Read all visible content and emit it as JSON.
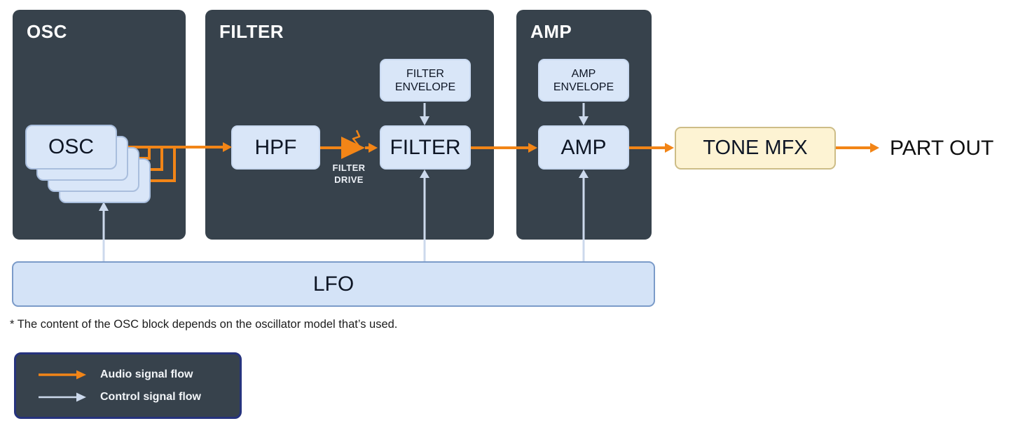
{
  "colors": {
    "block_bg": "#37424c",
    "node_bg": "#d9e6f8",
    "node_border": "#c9d9f0",
    "card_border": "#a9bedd",
    "lfo_bg": "#d4e3f7",
    "lfo_border": "#7b9bc9",
    "mfx_bg": "#fdf3d3",
    "mfx_border": "#cdbd87",
    "audio": "#f28517",
    "control": "#ccd9ec",
    "legend_border": "#26337d"
  },
  "osc": {
    "title": "OSC",
    "card_label": "OSC"
  },
  "filter": {
    "title": "FILTER",
    "hpf_label": "HPF",
    "envelope_line1": "FILTER",
    "envelope_line2": "ENVELOPE",
    "filter_label": "FILTER",
    "drive_line1": "FILTER",
    "drive_line2": "DRIVE"
  },
  "amp": {
    "title": "AMP",
    "envelope_line1": "AMP",
    "envelope_line2": "ENVELOPE",
    "amp_label": "AMP"
  },
  "tone_mfx_label": "TONE MFX",
  "part_out_label": "PART OUT",
  "lfo_label": "LFO",
  "footnote": "* The content of the OSC block depends on the oscillator model that’s used.",
  "legend": {
    "audio_label": "Audio signal flow",
    "control_label": "Control signal flow"
  }
}
